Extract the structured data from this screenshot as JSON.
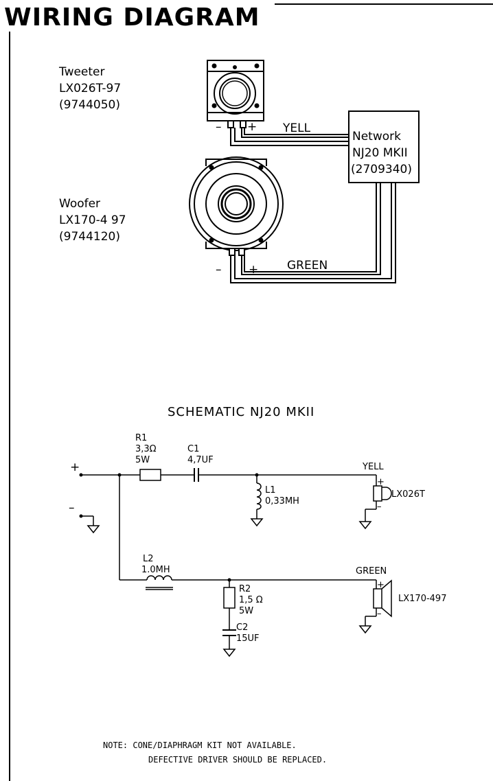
{
  "title": "WIRING DIAGRAM",
  "wiring": {
    "tweeter": {
      "name": "Tweeter",
      "model": "LX026T-97",
      "part": "(9744050)",
      "minus": "–",
      "plus": "+"
    },
    "woofer": {
      "name": "Woofer",
      "model": "LX170-4 97",
      "part": "(9744120)",
      "minus": "–",
      "plus": "+"
    },
    "network": {
      "name": "Network",
      "model": "NJ20 MKII",
      "part": "(2709340)"
    },
    "wire_yellow": "YELL",
    "wire_green": "GREEN"
  },
  "schematic": {
    "title": "SCHEMATIC NJ20 MKII",
    "input_plus": "+",
    "input_minus": "–",
    "r1": {
      "ref": "R1",
      "value": "3,3Ω",
      "power": "5W"
    },
    "c1": {
      "ref": "C1",
      "value": "4,7UF"
    },
    "l1": {
      "ref": "L1",
      "value": "0,33MH"
    },
    "l2": {
      "ref": "L2",
      "value": "1.0MH"
    },
    "r2": {
      "ref": "R2",
      "value": "1,5 Ω",
      "power": "5W"
    },
    "c2": {
      "ref": "C2",
      "value": "15UF"
    },
    "tweeter_wire": "YELL",
    "woofer_wire": "GREEN",
    "tweeter_label": "LX026T",
    "woofer_label": "LX170-497",
    "spk_plus": "+",
    "spk_minus": "–"
  },
  "note": {
    "line1": "NOTE: CONE/DIAPHRAGM KIT NOT AVAILABLE.",
    "line2": "DEFECTIVE DRIVER SHOULD BE REPLACED."
  }
}
